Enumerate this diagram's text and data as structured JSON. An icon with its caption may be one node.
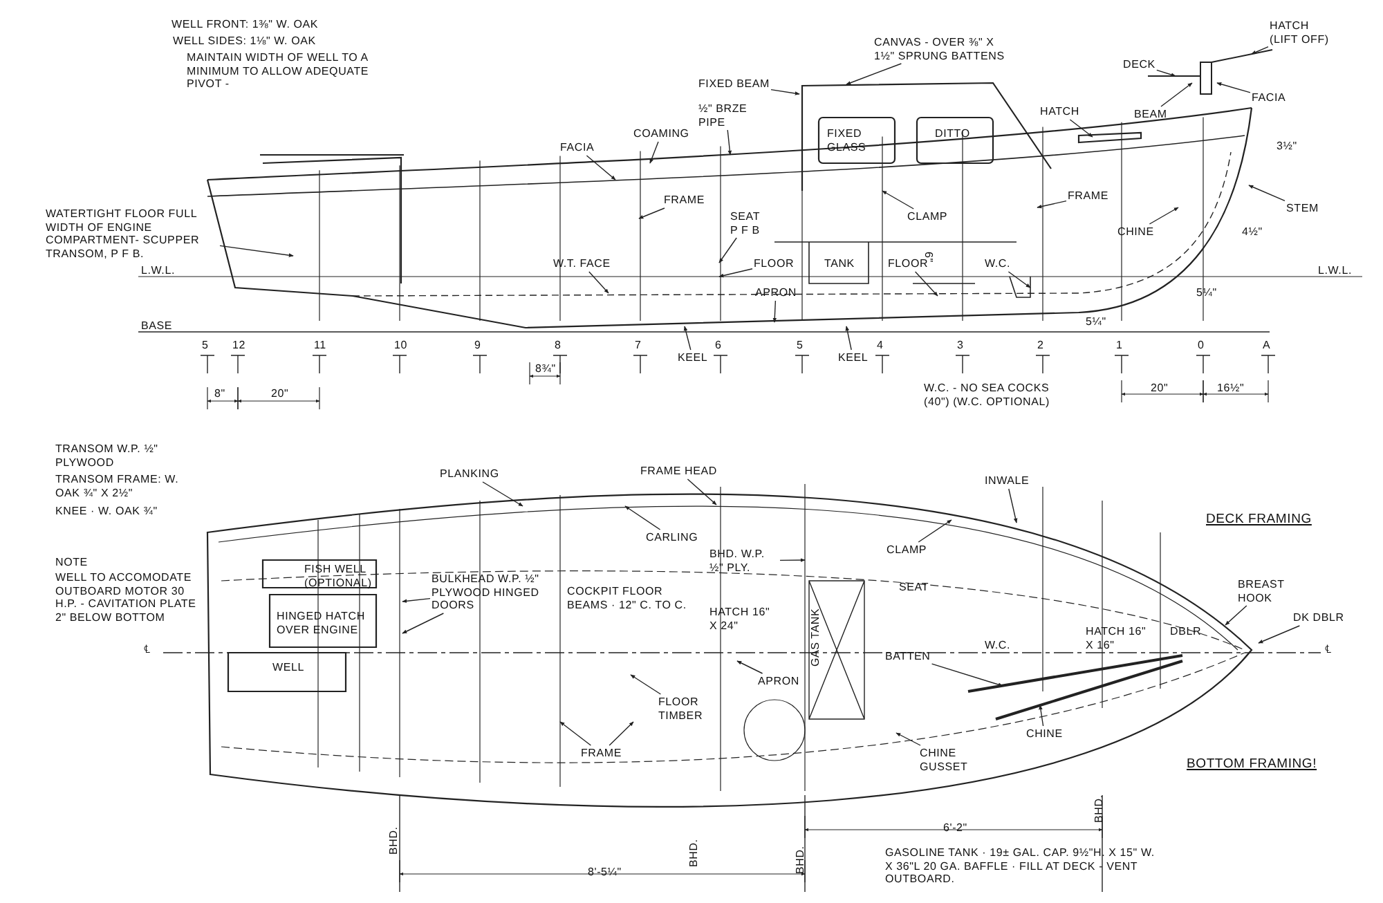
{
  "diagram": {
    "nodes": [
      {
        "text": [
          "WATERTIGHT FLOOR FULL WIDTH OF ENGINE COMPARTMENT- SCUPPER TRANSOM, P F B."
        ]
      },
      {
        "text": [
          "FACIA"
        ]
      },
      {
        "text": [
          "COAMING"
        ]
      },
      {
        "text": [
          "½\" BRZE PIPE"
        ]
      },
      {
        "text": [
          "FIXED BEAM"
        ]
      },
      {
        "text": [
          "CANVAS - OVER ⅜\" X 1½\" SPRUNG BATTENS"
        ]
      },
      {
        "text": [
          "HATCH"
        ]
      },
      {
        "text": [
          "DECK"
        ]
      },
      {
        "text": [
          "BEAM"
        ]
      },
      {
        "text": [
          "FACIA"
        ]
      },
      {
        "text": [
          "HATCH (LIFT OFF)"
        ]
      },
      {
        "text": [
          "STEM"
        ]
      },
      {
        "text": [
          "FRAME"
        ]
      },
      {
        "text": [
          "CHINE"
        ]
      },
      {
        "text": [
          "CLAMP"
        ]
      },
      {
        "text": [
          "SEAT P F B"
        ]
      },
      {
        "text": [
          "FRAME"
        ]
      },
      {
        "text": [
          "W.T. FACE"
        ]
      },
      {
        "text": [
          "FLOOR"
        ]
      },
      {
        "text": [
          "APRON"
        ]
      },
      {
        "text": [
          "W.C."
        ]
      },
      {
        "text": [
          "FLOOR"
        ]
      },
      {
        "text": [
          "KEEL"
        ]
      },
      {
        "text": [
          "KEEL"
        ]
      },
      {
        "text": [
          "PLANKING"
        ]
      },
      {
        "text": [
          "FRAME HEAD"
        ]
      },
      {
        "text": [
          "CARLING"
        ]
      },
      {
        "text": [
          "INWALE"
        ]
      },
      {
        "text": [
          "BULKHEAD W.P. ½\" PLYWOOD HINGED DOORS"
        ]
      },
      {
        "text": [
          "BHD. W.P. ½\" PLY."
        ]
      },
      {
        "text": [
          "CLAMP"
        ]
      },
      {
        "text": [
          "BREAST HOOK"
        ]
      },
      {
        "text": [
          "DK DBLR"
        ]
      },
      {
        "text": [
          "APRON"
        ]
      },
      {
        "text": [
          "FLOOR TIMBER"
        ]
      },
      {
        "text": [
          "FRAME"
        ]
      },
      {
        "text": [
          "BATTEN"
        ]
      },
      {
        "text": [
          "CHINE"
        ]
      },
      {
        "text": [
          "CHINE GUSSET"
        ]
      },
      {
        "text": [],
        "shape": "bar"
      },
      {
        "text": [],
        "shape": "bar"
      }
    ],
    "edges": [
      {
        "from": 0,
        "to": null,
        "arrow": "to"
      },
      {
        "from": 1,
        "to": null,
        "arrow": "to"
      },
      {
        "from": 2,
        "to": null,
        "arrow": "to"
      },
      {
        "from": 3,
        "to": null,
        "arrow": "to"
      },
      {
        "from": 4,
        "to": null,
        "arrow": "to"
      },
      {
        "from": 5,
        "to": null,
        "arrow": "to"
      },
      {
        "from": 6,
        "to": null,
        "arrow": "to"
      },
      {
        "from": 7,
        "to": null,
        "arrow": "to"
      },
      {
        "from": 8,
        "to": null,
        "arrow": "to"
      },
      {
        "from": 9,
        "to": null,
        "arrow": "to"
      },
      {
        "from": 10,
        "to": null,
        "arrow": "to"
      },
      {
        "from": 11,
        "to": null,
        "arrow": "to"
      },
      {
        "from": 12,
        "to": null,
        "arrow": "to"
      },
      {
        "from": 13,
        "to": null,
        "arrow": "to"
      },
      {
        "from": 14,
        "to": null,
        "arrow": "to"
      },
      {
        "from": 15,
        "to": null,
        "arrow": "to"
      },
      {
        "from": 16,
        "to": null,
        "arrow": "to"
      },
      {
        "from": 17,
        "to": null,
        "arrow": "to"
      },
      {
        "from": 18,
        "to": null,
        "arrow": "to"
      },
      {
        "from": 19,
        "to": null,
        "arrow": "to"
      },
      {
        "from": 20,
        "to": null,
        "arrow": "to"
      },
      {
        "from": 21,
        "to": null,
        "arrow": "to"
      },
      {
        "from": 22,
        "to": null,
        "arrow": "to"
      },
      {
        "from": 23,
        "to": null,
        "arrow": "to"
      },
      {
        "from": 24,
        "to": null,
        "arrow": "to"
      },
      {
        "from": 25,
        "to": null,
        "arrow": "to"
      },
      {
        "from": 26,
        "to": null,
        "arrow": "to"
      },
      {
        "from": 27,
        "to": null,
        "arrow": "to"
      },
      {
        "from": 28,
        "to": null,
        "arrow": "to"
      },
      {
        "from": 28,
        "to": null,
        "arrow": "to"
      },
      {
        "from": 29,
        "to": null,
        "arrow": "to"
      },
      {
        "from": 30,
        "to": null,
        "arrow": "to"
      },
      {
        "from": 31,
        "to": null,
        "arrow": "to"
      },
      {
        "from": 32,
        "to": null,
        "arrow": "to"
      },
      {
        "from": 33,
        "to": null,
        "arrow": "to"
      },
      {
        "from": 34,
        "to": null,
        "arrow": "to"
      },
      {
        "from": 35,
        "to": null,
        "arrow": "to"
      },
      {
        "from": 35,
        "to": null,
        "arrow": "to"
      },
      {
        "from": 36,
        "to": 39,
        "arrow": "to"
      },
      {
        "from": 37,
        "to": 40,
        "arrow": "to"
      },
      {
        "from": 38,
        "to": null,
        "arrow": "to"
      }
    ],
    "labels": [
      "WELL FRONT: 1⅜\" W. OAK",
      "WELL SIDES: 1⅛\" W. OAK",
      "MAINTAIN WIDTH OF WELL TO A MINIMUM TO ALLOW ADEQUATE PIVOT -",
      "FIXED GLASS",
      "DITTO",
      "3½\"",
      "4½\"",
      "6\"",
      "TANK",
      "L.W.L.",
      "L.W.L.",
      "5¼\"",
      "5¼\"",
      "BASE",
      "5",
      "12",
      "11",
      "10",
      "9",
      "8",
      "7",
      "6",
      "5",
      "4",
      "3",
      "2",
      "1",
      "0",
      "A",
      "8\"",
      "20\"",
      "8¾\"",
      "20\"",
      "16½\"",
      "W.C. - NO SEA COCKS (40\") (W.C. OPTIONAL)",
      "TRANSOM W.P. ½\" PLYWOOD",
      "TRANSOM FRAME: W. OAK ¾\" X 2½\"",
      "KNEE · W. OAK ¾\"",
      "NOTE",
      "WELL TO ACCOMODATE OUTBOARD MOTOR 30 H.P. - CAVITATION PLATE 2\" BELOW BOTTOM",
      "FISH WELL (OPTIONAL)",
      "COCKPIT FLOOR BEAMS · 12\" C. TO C.",
      "HINGED HATCH OVER ENGINE",
      "SEAT",
      "DECK FRAMING",
      "℄",
      "WELL",
      "HATCH 16\" X 24\"",
      "GAS TANK",
      "W.C.",
      "HATCH 16\" X 16\"",
      "DBLR",
      "℄",
      "BOTTOM FRAMING!",
      "BHD.",
      "6'-2\"",
      "BHD.",
      "BHD.",
      "BHD.",
      "GASOLINE TANK · 19± GAL. CAP. 9½\"H. X 15\" W. X 36\"L 20 GA. BAFFLE · FILL AT DECK - VENT OUTBOARD.",
      "8'-5¼\""
    ]
  }
}
